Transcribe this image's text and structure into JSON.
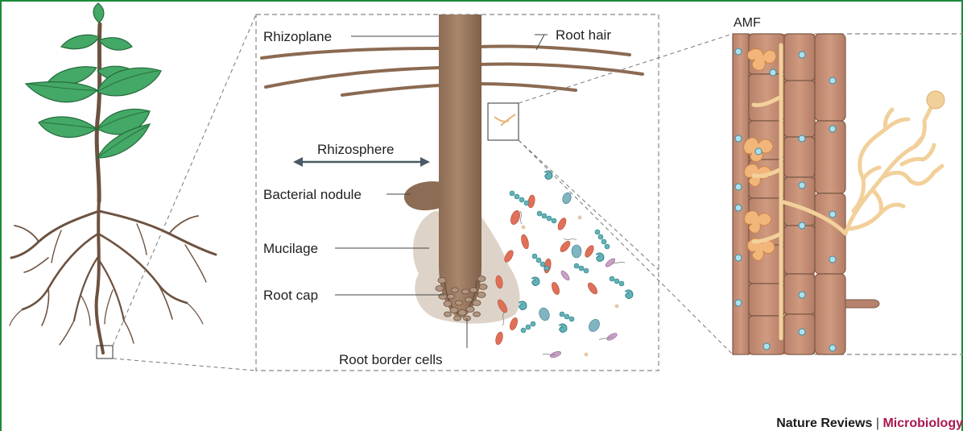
{
  "labels": {
    "rhizoplane": "Rhizoplane",
    "root_hair": "Root hair",
    "rhizosphere": "Rhizosphere",
    "bacterial_nodule": "Bacterial nodule",
    "mucilage": "Mucilage",
    "root_cap": "Root cap",
    "root_border_cells": "Root border cells",
    "amf": "AMF"
  },
  "credit": {
    "journal": "Nature Reviews",
    "separator": "|",
    "section": "Microbiology"
  },
  "colors": {
    "frame": "#1e8a3a",
    "root": "#9a7a60",
    "root_dark": "#6d5240",
    "leaf": "#3fa85e",
    "fungus": "#f2c98a",
    "cell_wall": "#c8987c",
    "bacteria_red": "#e07058",
    "bacteria_teal": "#5fb3b8",
    "credit_accent": "#a8174f"
  }
}
